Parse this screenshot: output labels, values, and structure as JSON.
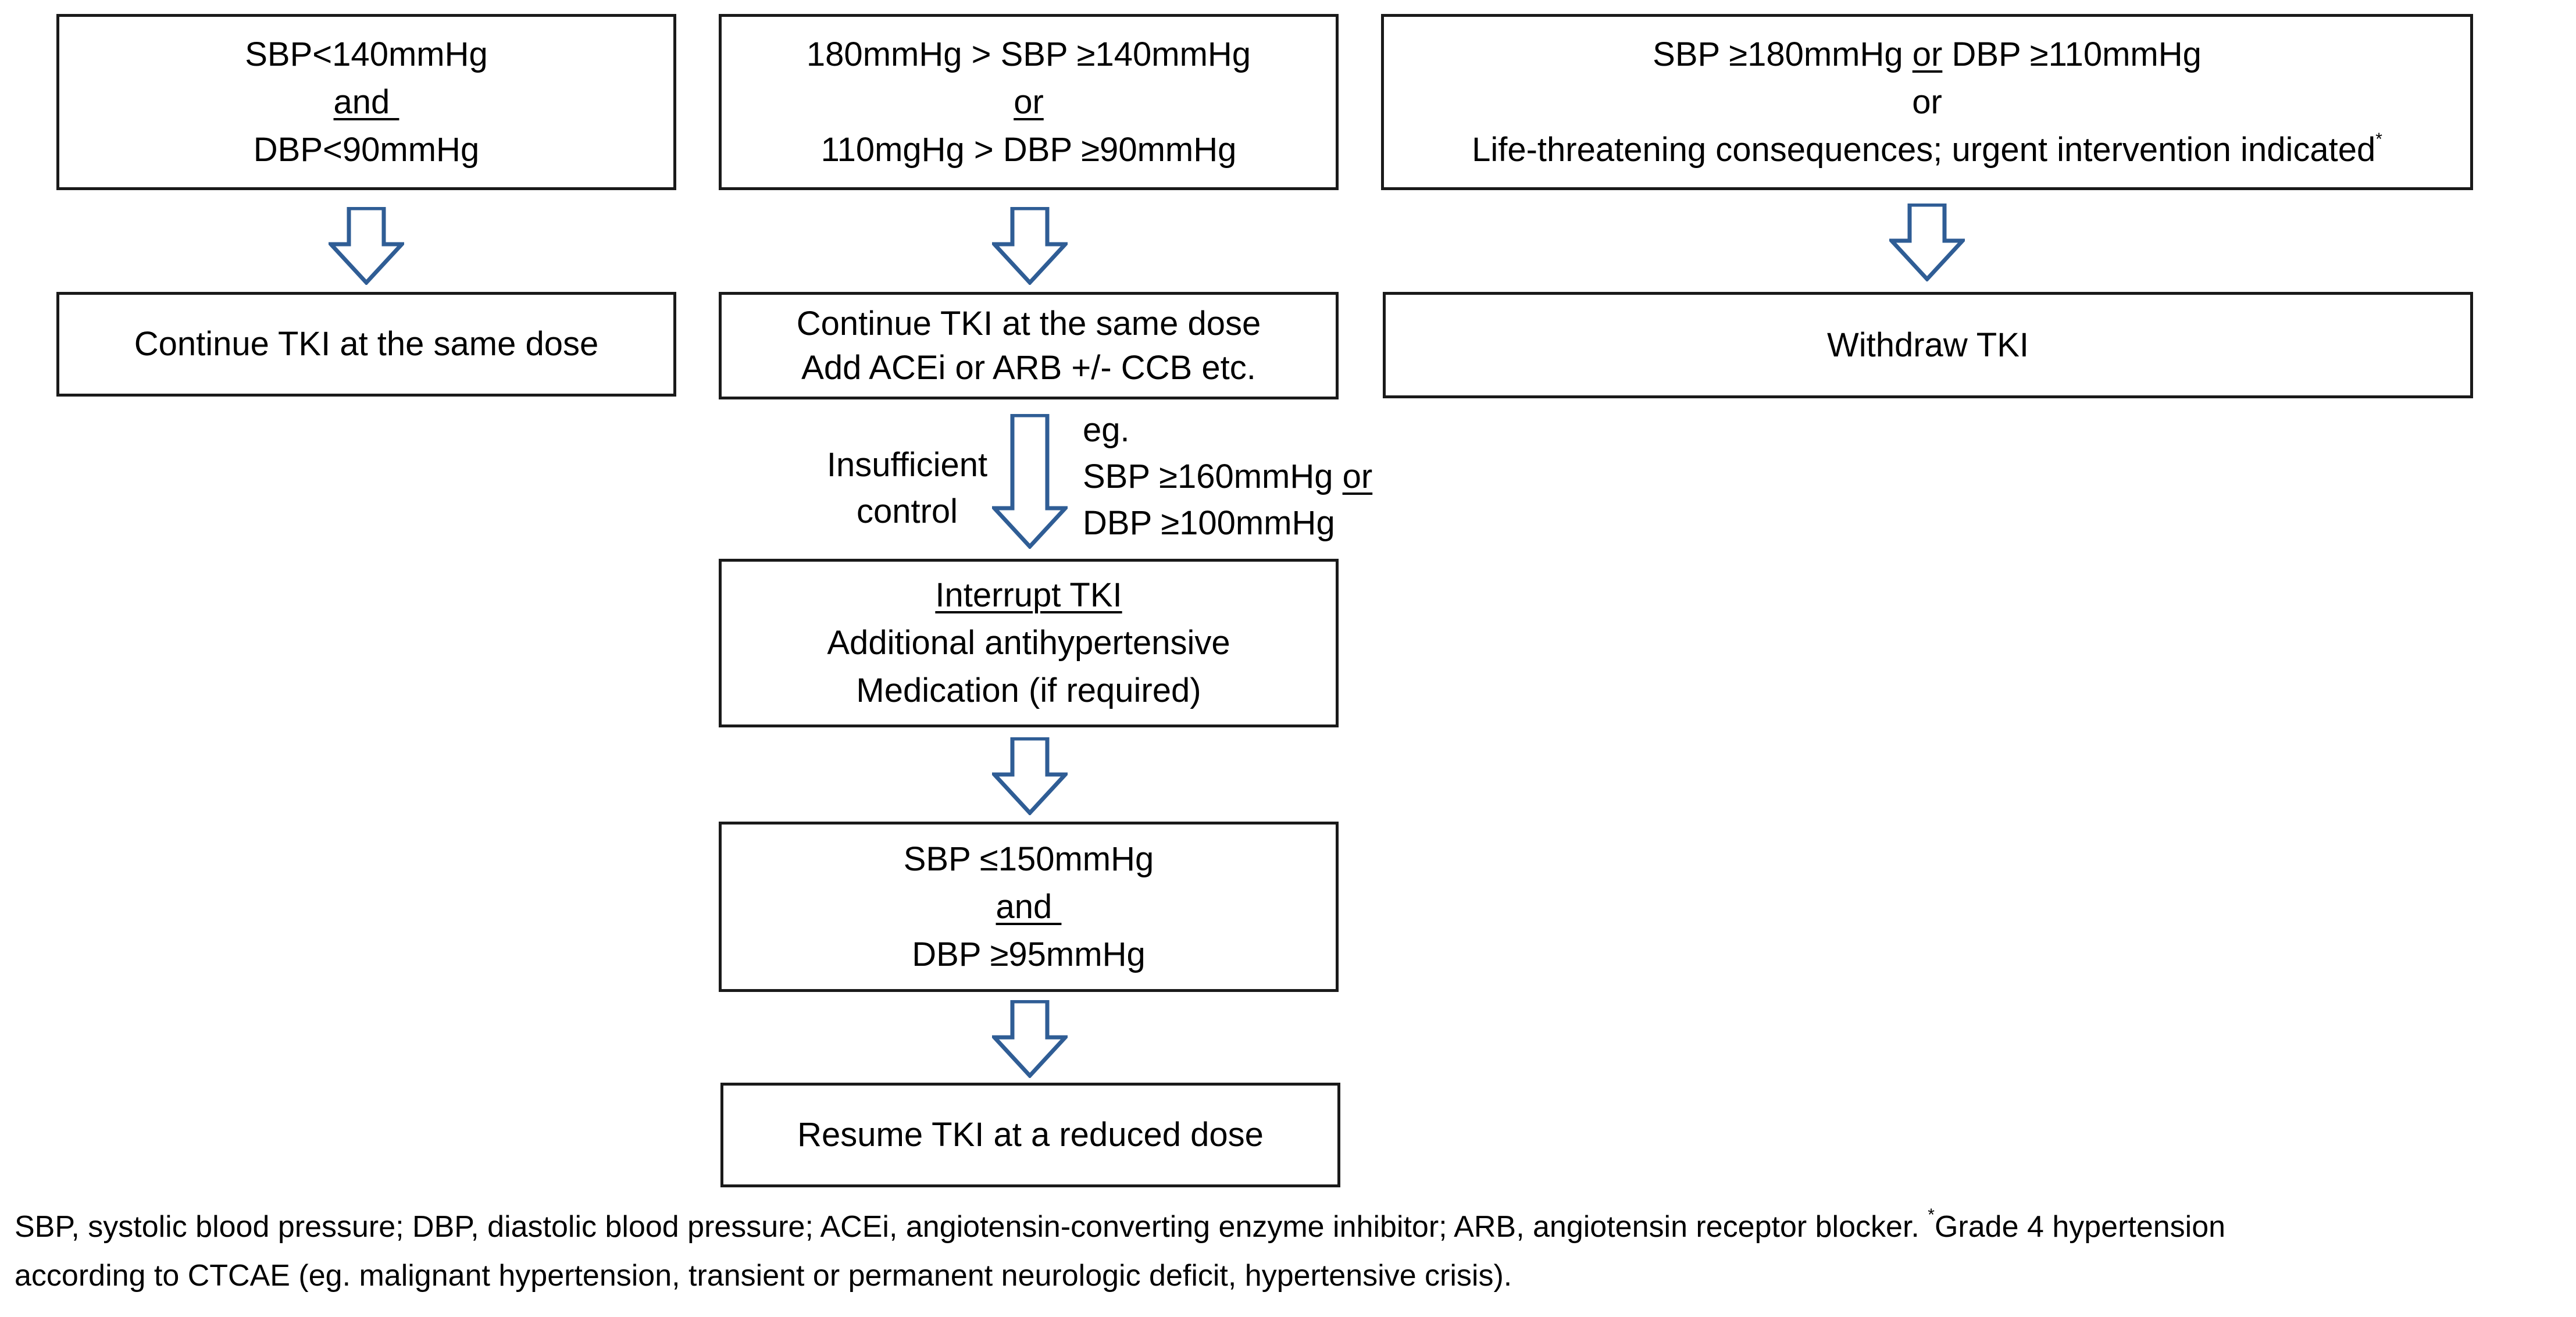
{
  "colors": {
    "arrow": "#2f5d95",
    "border": "#1a1a1a",
    "text": "#000000"
  },
  "col1": {
    "condition": {
      "line1": "SBP<140mmHg",
      "line2": "and ",
      "line3": "DBP<90mmHg"
    },
    "action": {
      "line1": "Continue TKI at the same dose"
    }
  },
  "col2": {
    "condition": {
      "line1": "180mmHg > SBP ≥140mmHg",
      "line2": "or",
      "line3": "110mgHg > DBP ≥90mmHg"
    },
    "action": {
      "line1": "Continue TKI at the same dose",
      "line2": "Add ACEi or ARB +/- CCB etc."
    },
    "insufficient": {
      "line1": "Insufficient",
      "line2": "control"
    },
    "example": {
      "line1": "eg.",
      "line2a": "SBP ≥160mmHg ",
      "line2b": "or",
      "line3": "DBP ≥100mmHg"
    },
    "interrupt": {
      "line1": "Interrupt TKI",
      "line2": "Additional antihypertensive",
      "line3": "Medication (if required)"
    },
    "target": {
      "line1": "SBP ≤150mmHg",
      "line2": "and ",
      "line3": "DBP ≥95mmHg"
    },
    "resume": {
      "line1": "Resume TKI at a reduced dose"
    }
  },
  "col3": {
    "condition": {
      "line1a": "SBP ≥180mmHg ",
      "line1b": "or",
      "line1c": " DBP ≥110mmHg",
      "line2": "or",
      "line3": "Life-threatening consequences; urgent intervention indicated",
      "line3_sup": "*"
    },
    "action": {
      "line1": "Withdraw TKI"
    }
  },
  "footnote": {
    "line1": "SBP, systolic blood pressure; DBP, diastolic blood pressure; ACEi, angiotensin-converting enzyme inhibitor; ARB, angiotensin receptor blocker. ",
    "line1_sup": "*",
    "line1_end": "Grade 4 hypertension",
    "line2": "according to CTCAE (eg. malignant hypertension, transient or permanent neurologic deficit, hypertensive crisis)."
  }
}
